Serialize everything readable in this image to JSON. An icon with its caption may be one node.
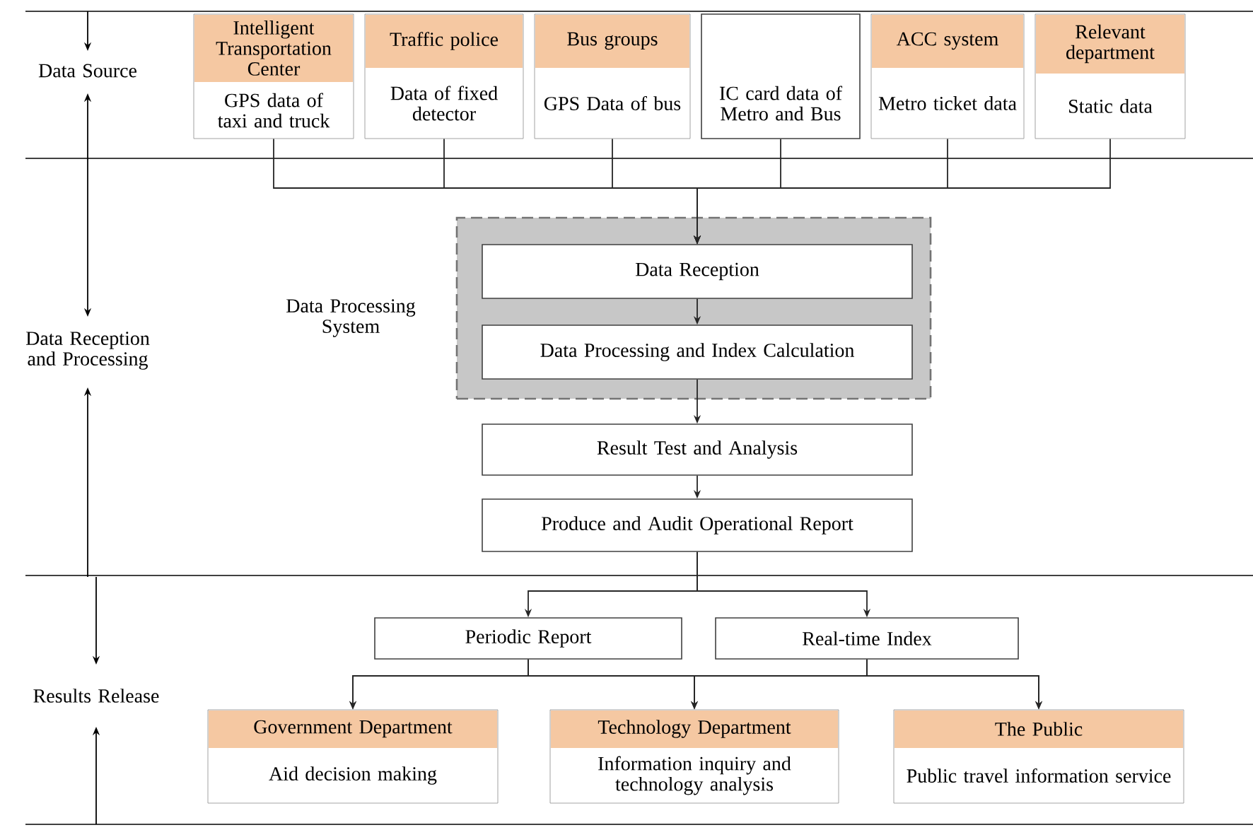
{
  "diagram": {
    "nodes": [
      {
        "text": [
          "Intelligent Transportation Center",
          "GPS data of taxi and truck"
        ]
      },
      {
        "text": [
          "Traffic police",
          "Data of fixed detector"
        ]
      },
      {
        "text": [
          "Bus groups",
          "GPS Data of bus"
        ]
      },
      {
        "text": [
          "IC card data of Metro and Bus"
        ]
      },
      {
        "text": [
          "ACC system",
          "Metro ticket data"
        ]
      },
      {
        "text": [
          "Relevant department",
          "Static data"
        ]
      },
      {
        "text": [
          "Data Processing System"
        ]
      },
      {
        "text": [
          "Data Reception"
        ],
        "in": 6
      },
      {
        "text": [
          "Data Processing and Index Calculation"
        ],
        "in": 6
      },
      {
        "text": [
          "Result Test and Analysis"
        ]
      },
      {
        "text": [
          "Produce and Audit Operational Report"
        ]
      },
      {
        "text": [
          "Periodic Report"
        ]
      },
      {
        "text": [
          "Real-time Index"
        ]
      },
      {
        "text": [
          "Government Department",
          "Aid decision making"
        ]
      },
      {
        "text": [
          "Technology Department",
          "Information inquiry and technology analysis"
        ]
      },
      {
        "text": [
          "The Public",
          "Public travel information service"
        ]
      }
    ],
    "edges": [
      {
        "from": 0,
        "to": 7,
        "arrow": "to"
      },
      {
        "from": 1,
        "to": 7,
        "arrow": "to"
      },
      {
        "from": 2,
        "to": 7,
        "arrow": "to"
      },
      {
        "from": 3,
        "to": 7,
        "arrow": "to"
      },
      {
        "from": 4,
        "to": 7,
        "arrow": "to"
      },
      {
        "from": 5,
        "to": 7,
        "arrow": "to"
      },
      {
        "from": 7,
        "to": 8,
        "arrow": "to"
      },
      {
        "from": 8,
        "to": 9,
        "arrow": "to"
      },
      {
        "from": 9,
        "to": 10,
        "arrow": "to"
      },
      {
        "from": 10,
        "to": 11,
        "arrow": "to"
      },
      {
        "from": 10,
        "to": 12,
        "arrow": "to"
      },
      {
        "from": 11,
        "to": 13,
        "arrow": "to"
      },
      {
        "from": 11,
        "to": 14,
        "arrow": "to"
      },
      {
        "from": 11,
        "to": 15,
        "arrow": "to"
      },
      {
        "from": 12,
        "to": 13,
        "arrow": "to"
      },
      {
        "from": 12,
        "to": 14,
        "arrow": "to"
      },
      {
        "from": 12,
        "to": 15,
        "arrow": "to"
      }
    ],
    "labels": [
      "Data Source",
      "Data Reception and Processing",
      "Results Release"
    ]
  }
}
